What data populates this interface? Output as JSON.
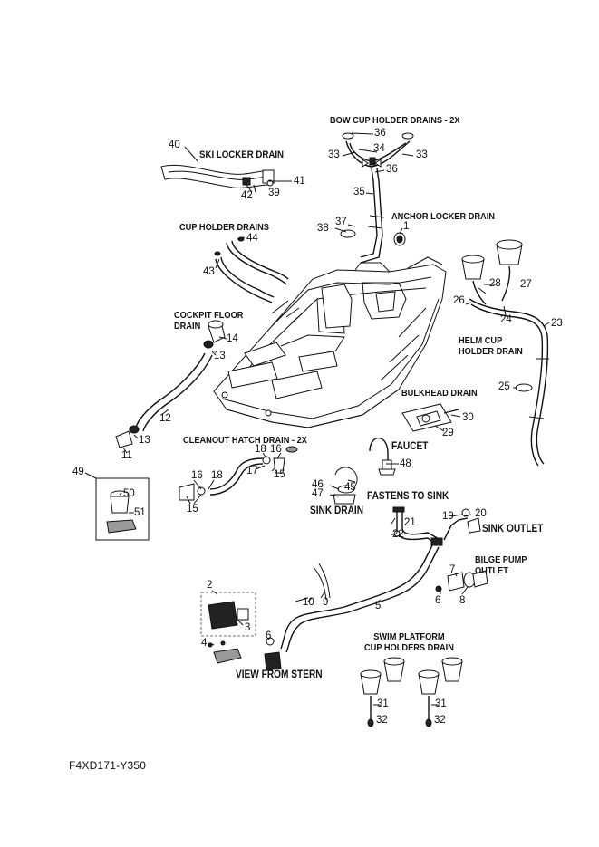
{
  "document_code": "F4XD171-Y350",
  "labels": {
    "bow_cup_holder_drains": "BOW CUP HOLDER DRAINS - 2X",
    "ski_locker_drain": "SKI LOCKER DRAIN",
    "anchor_locker_drain": "ANCHOR LOCKER DRAIN",
    "cup_holder_drains": "CUP HOLDER DRAINS",
    "cockpit_floor_drain": "COCKPIT FLOOR\nDRAIN",
    "helm_cup_holder_drain": "HELM CUP\nHOLDER DRAIN",
    "bulkhead_drain": "BULKHEAD DRAIN",
    "cleanout_hatch_drain": "CLEANOUT HATCH DRAIN - 2X",
    "faucet": "FAUCET",
    "fastens_to_sink": "FASTENS TO SINK",
    "sink_drain": "SINK DRAIN",
    "sink_outlet": "SINK OUTLET",
    "bilge_pump_outlet": "BILGE PUMP\nOUTLET",
    "view_from_stern": "VIEW FROM STERN",
    "swim_platform": "SWIM PLATFORM\nCUP HOLDERS DRAIN"
  },
  "callouts": {
    "n36a": "36",
    "n34": "34",
    "n33a": "33",
    "n33b": "33",
    "n36b": "36",
    "n35": "35",
    "n37": "37",
    "n38": "38",
    "n1": "1",
    "n40": "40",
    "n41": "41",
    "n42": "42",
    "n39": "39",
    "n44": "44",
    "n43": "43",
    "n28": "28",
    "n27": "27",
    "n26": "26",
    "n24": "24",
    "n23": "23",
    "n25": "25",
    "n14": "14",
    "n13a": "13",
    "n12": "12",
    "n13b": "13",
    "n11": "11",
    "n30": "30",
    "n29": "29",
    "n18a": "18",
    "n16a": "16",
    "n17": "17",
    "n15a": "15",
    "n16b": "16",
    "n18b": "18",
    "n15b": "15",
    "n48": "48",
    "n46": "46",
    "n47": "47",
    "n45": "45",
    "n49": "49",
    "n50": "50",
    "n51": "51",
    "n21": "21",
    "n22": "22",
    "n19": "19",
    "n20": "20",
    "n7": "7",
    "n6a": "6",
    "n8": "8",
    "n2": "2",
    "n3": "3",
    "n4": "4",
    "n6b": "6",
    "n10": "10",
    "n9": "9",
    "n5": "5",
    "n31a": "31",
    "n32a": "32",
    "n31b": "31",
    "n32b": "32"
  }
}
